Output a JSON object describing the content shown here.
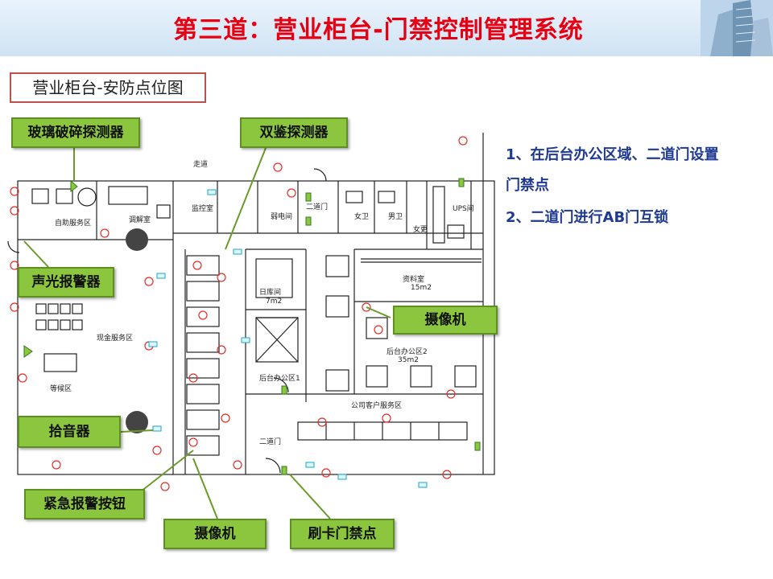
{
  "slide": {
    "title": "第三道：营业柜台-门禁控制管理系统",
    "subtitle": "营业柜台-安防点位图"
  },
  "callouts": {
    "glass_break": "玻璃破碎探测器",
    "dual_detector": "双鉴探测器",
    "alarm_siren": "声光报警器",
    "camera_right": "摄像机",
    "microphone": "拾音器",
    "panic_button": "紧急报警按钮",
    "camera_bottom": "摄像机",
    "card_reader": "刷卡门禁点"
  },
  "notes": {
    "line1a": "1、在后台办公区域、二道门设置",
    "line1b": "门禁点",
    "line2": "2、二道门进行AB门互锁"
  },
  "floorplan": {
    "corridor": "走道",
    "self_service": "自助服务区",
    "mediation": "调解室",
    "monitor_room": "监控室",
    "weak_room": "弱电间",
    "second_door_top": "二道门",
    "female_wc": "女卫",
    "male_wc": "男卫",
    "ups_room": "UPS间",
    "female_locker": "女更",
    "cash_service": "现金服务区",
    "waiting": "等候区",
    "vault": "日库间",
    "vault_area": "7m2",
    "archive": "资料室",
    "archive_area": "15m2",
    "back_office1": "后台办公区1",
    "back_office2": "后台办公区2",
    "back_office2_area": "35m2",
    "corp_service": "公司客户服务区",
    "second_door_bottom": "二道门"
  },
  "colors": {
    "title_red": "#e60012",
    "callout_green": "#8cc63f",
    "note_blue": "#1f3a93",
    "frame_red": "#c0504d"
  }
}
